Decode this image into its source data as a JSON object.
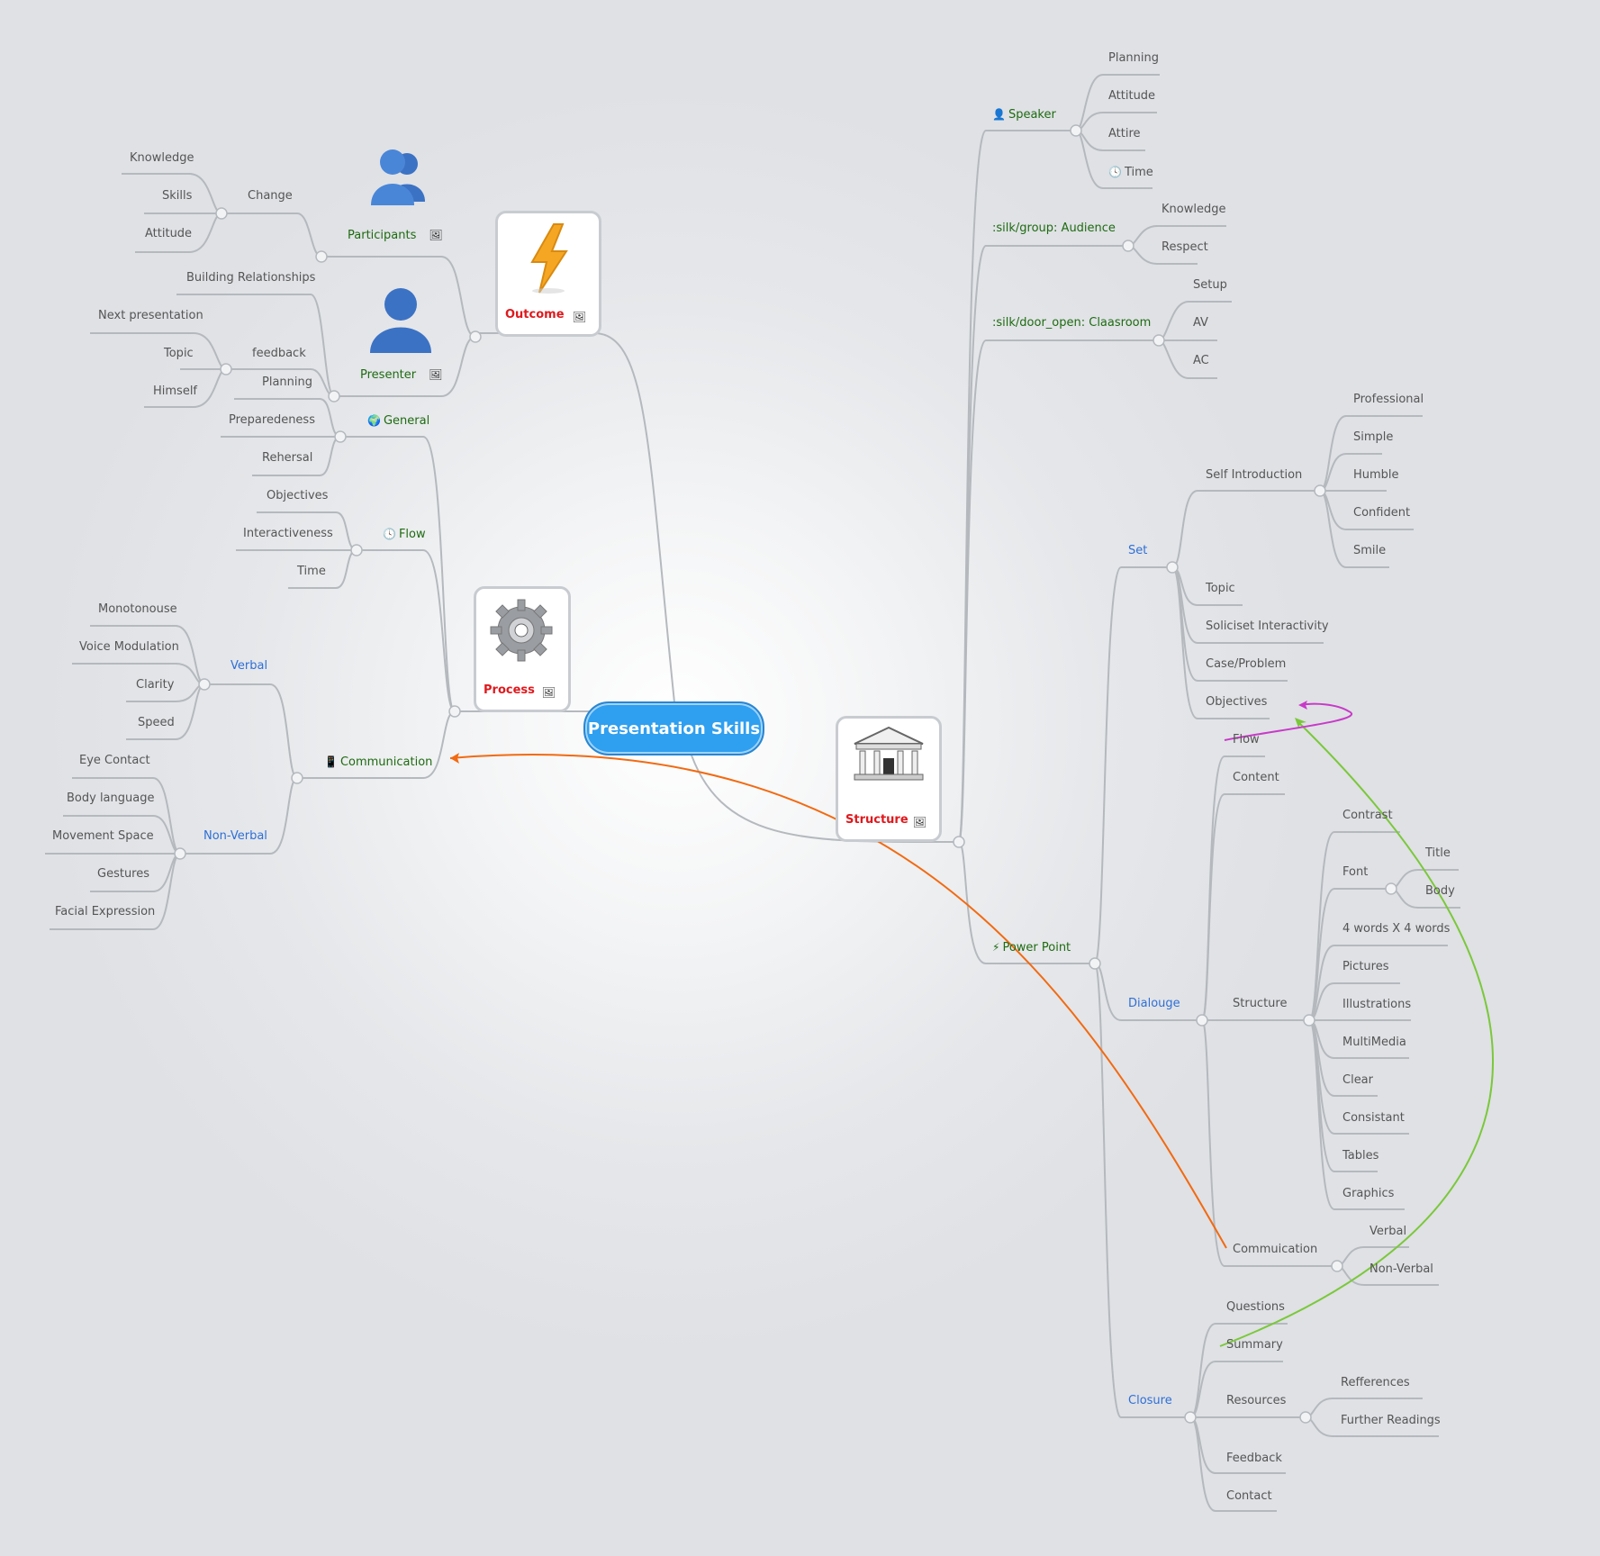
{
  "central": "Presentation  Skills",
  "nodes": {
    "outcome": "Outcome",
    "process": "Process",
    "structure": "Structure",
    "participants": "Participants",
    "change": "Change",
    "part_knowledge": "Knowledge",
    "part_skills": "Skills",
    "part_attitude": "Attitude",
    "presenter": "Presenter",
    "building": "Building Relationships",
    "feedback": "feedback",
    "next_pres": "Next presentation",
    "fb_topic": "Topic",
    "himself": "Himself",
    "general": "General",
    "gen_planning": "Planning",
    "preparedeness": "Preparedeness",
    "rehersal": "Rehersal",
    "flow": "Flow",
    "objectives": "Objectives",
    "interactiveness": "Interactiveness",
    "flow_time": "Time",
    "communication": "Communication",
    "verbal": "Verbal",
    "monotonouse": "Monotonouse",
    "voice": "Voice Modulation",
    "clarity": "Clarity",
    "speed": "Speed",
    "nonverbal": "Non-Verbal",
    "eye": "Eye Contact",
    "body_lang": "Body language",
    "movement": "Movement Space",
    "gestures": "Gestures",
    "facial": "Facial Expression",
    "speaker": "Speaker",
    "spk_planning": "Planning",
    "spk_attitude": "Attitude",
    "spk_attire": "Attire",
    "spk_time": "Time",
    "audience": ":silk/group: Audience",
    "aud_knowledge": "Knowledge",
    "aud_respect": "Respect",
    "classroom": ":silk/door_open: Claasroom",
    "setup": "Setup",
    "av": "AV",
    "ac": "AC",
    "powerpoint": "Power Point",
    "set": "Set",
    "self_intro": "Self Introduction",
    "professional": "Professional",
    "simple": "Simple",
    "humble": "Humble",
    "confident": "Confident",
    "smile": "Smile",
    "set_topic": "Topic",
    "soliciset": "Soliciset Interactivity",
    "case": "Case/Problem",
    "set_objectives": "Objectives",
    "dialouge": "Dialouge",
    "dl_flow": "Flow",
    "content": "Content",
    "dl_structure": "Structure",
    "contrast": "Contrast",
    "font": "Font",
    "font_title": "Title",
    "font_body": "Body",
    "words": "4 words X 4 words",
    "pictures": "Pictures",
    "illustrations": "Illustrations",
    "multimedia": "MultiMedia",
    "clear": "Clear",
    "consistant": "Consistant",
    "tables": "Tables",
    "graphics": "Graphics",
    "commuication": "Commuication",
    "cm_verbal": "Verbal",
    "cm_nonverbal": "Non-Verbal",
    "closure": "Closure",
    "questions": "Questions",
    "summary": "Summary",
    "resources": "Resources",
    "refferences": "Refferences",
    "further": "Further Readings",
    "cl_feedback": "Feedback",
    "contact": "Contact"
  },
  "icons": {
    "speaker": "user-icon",
    "general": "globe-icon",
    "flow": "clock-icon",
    "time": "clock-icon",
    "communication": "phone-icon",
    "powerpoint": "lightning-icon",
    "picture": "picture-icon"
  },
  "colors": {
    "topic_green": "#1e6b10",
    "subtopic_blue": "#2f6fd6",
    "main_title_red": "#e0191d",
    "central_blue": "#2f9ff0",
    "link_orange": "#f26a11",
    "link_green": "#7bc83a",
    "link_purple": "#c83ac8"
  }
}
